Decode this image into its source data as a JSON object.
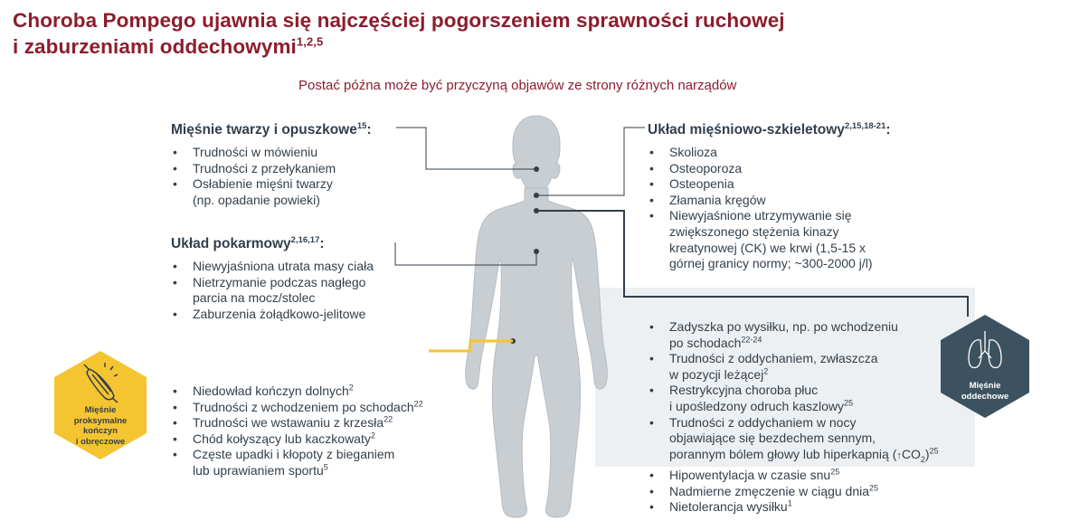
{
  "title": {
    "line1": "Choroba Pompego ujawnia się najczęściej pogorszeniem sprawności ruchowej",
    "line2": "i zaburzeniami oddechowymi",
    "refs": "1,2,5"
  },
  "subtitle": "Postać późna może być przyczyną objawów ze strony różnych narządów",
  "face": {
    "heading": "Mięśnie twarzy i opuszkowe",
    "refs": "15",
    "items": [
      "Trudności w mówieniu",
      "Trudności z przełykaniem",
      "Osłabienie mięśni twarzy",
      "(np. opadanie powieki)"
    ]
  },
  "digestive": {
    "heading": "Układ pokarmowy",
    "refs": "2,16,17",
    "items": [
      "Niewyjaśniona utrata masy ciała",
      "Nietrzymanie podczas nagłego",
      "parcia na mocz/stolec",
      "Zaburzenia żołądkowo-jelitowe"
    ]
  },
  "musculoskeletal": {
    "heading": "Układ mięśniowo-szkieletowy",
    "refs": "2,15,18-21",
    "items": [
      "Skolioza",
      "Osteoporoza",
      "Osteopenia",
      "Złamania kręgów",
      "Niewyjaśnione utrzymywanie się",
      "zwiększonego stężenia kinazy",
      "kreatynowej (CK) we krwi (1,5-15 x",
      "górnej granicy normy; ~300-2000 j/l)"
    ]
  },
  "limb": {
    "items": [
      {
        "text": "Niedowład kończyn dolnych",
        "ref": "2"
      },
      {
        "text": "Trudności z wchodzeniem po schodach",
        "ref": "22"
      },
      {
        "text": "Trudności we wstawaniu z krzesła",
        "ref": "22"
      },
      {
        "text": "Chód kołyszący lub kaczkowaty",
        "ref": "2"
      },
      {
        "text": "Częste upadki i kłopoty z bieganiem",
        "ref": ""
      },
      {
        "text": "lub uprawianiem sportu",
        "ref": "5"
      }
    ]
  },
  "respiratory": {
    "items": [
      {
        "text": "Zadyszka po wysiłku, np. po wchodzeniu",
        "ref": ""
      },
      {
        "text": "po schodach",
        "ref": "22-24"
      },
      {
        "text": "Trudności z oddychaniem, zwłaszcza",
        "ref": ""
      },
      {
        "text": "w pozycji leżącej",
        "ref": "2"
      },
      {
        "text": "Restrykcyjna choroba płuc",
        "ref": ""
      },
      {
        "text": "i upośledzony odruch kaszlowy",
        "ref": "25"
      },
      {
        "text": "Trudności z oddychaniem w nocy",
        "ref": ""
      },
      {
        "text": "objawiające się bezdechem sennym,",
        "ref": ""
      },
      {
        "text": "porannym bólem głowy lub hiperkapnią (",
        "ref": ""
      },
      {
        "text": "CO",
        "ref": ""
      },
      {
        "text": "2",
        "ref": ""
      },
      {
        "text": ")",
        "ref": "25"
      },
      {
        "text": "Hipowentylacja w czasie snu",
        "ref": "25"
      },
      {
        "text": "Nadmierne zmęczenie w ciągu dnia",
        "ref": "25"
      },
      {
        "text": "Nietolerancja wysiłku",
        "ref": "1"
      }
    ]
  },
  "badge_limb": {
    "line1": "Mięśnie",
    "line2": "proksymalne",
    "line3": "kończyn",
    "line4": "i obręczowe",
    "color": "#f5c531",
    "icon": "muscle-icon"
  },
  "badge_resp": {
    "line1": "Mięśnie",
    "line2": "oddechowe",
    "color": "#3d5260",
    "icon": "lungs-icon"
  },
  "colors": {
    "title": "#8c1d2e",
    "body": "#c9ced3",
    "connector": "#333f4a",
    "accent_line": "#f5c531",
    "resp_panel": "#edf0f2"
  }
}
